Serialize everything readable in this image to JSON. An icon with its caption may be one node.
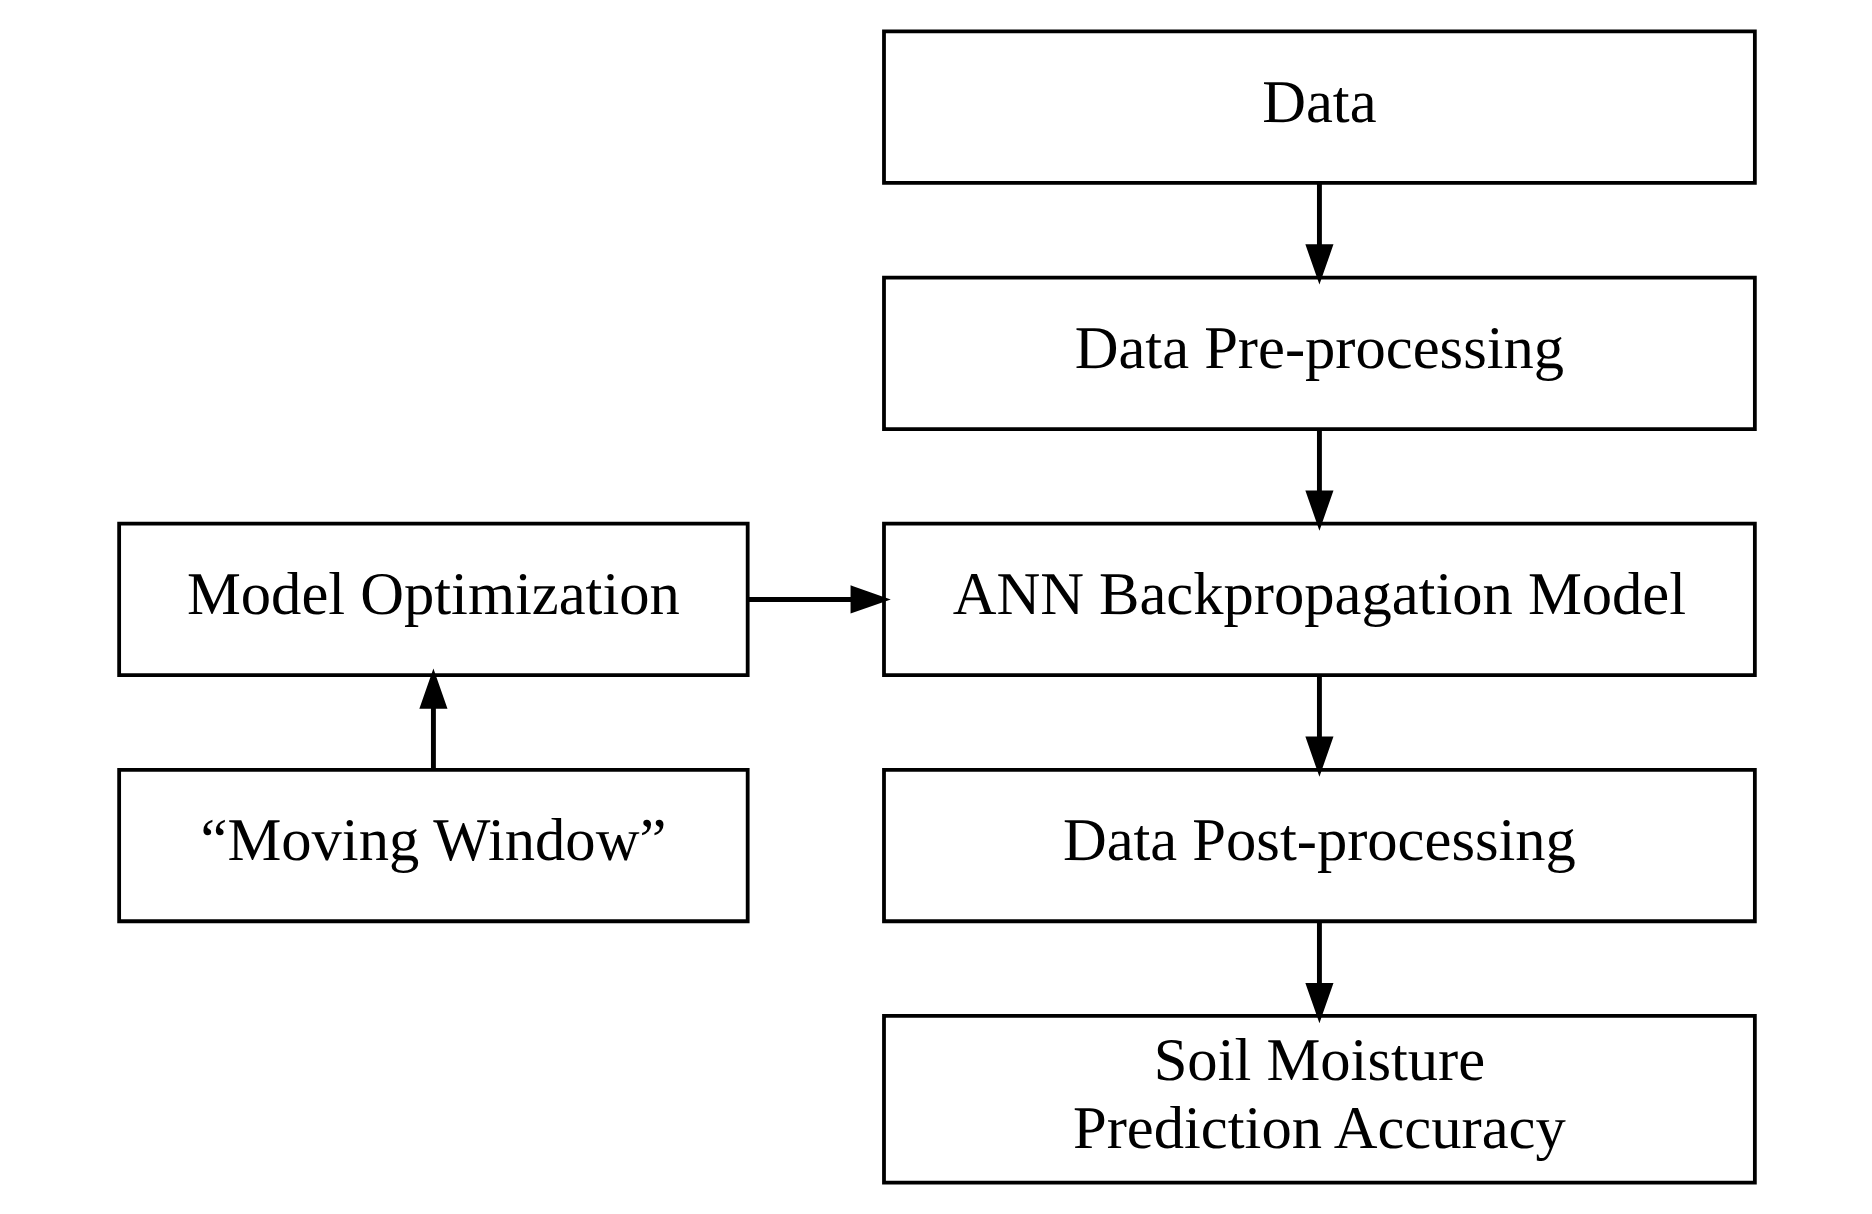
{
  "diagram": {
    "nodes": [
      {
        "text": [
          "Data"
        ]
      },
      {
        "text": [
          "Data Pre-processing"
        ]
      },
      {
        "text": [
          "ANN Backpropagation Model"
        ]
      },
      {
        "text": [
          "Model Optimization"
        ]
      },
      {
        "text": [
          "Data Post-processing"
        ]
      },
      {
        "text": [
          "“Moving Window”"
        ]
      },
      {
        "text": [
          "Soil Moisture Prediction Accuracy"
        ]
      }
    ],
    "edges": [
      {
        "from": 0,
        "to": 1,
        "arrow": "to"
      },
      {
        "from": 1,
        "to": 2,
        "arrow": "to"
      },
      {
        "from": 3,
        "to": 2,
        "arrow": "to"
      },
      {
        "from": 5,
        "to": 3,
        "arrow": "to"
      },
      {
        "from": 2,
        "to": 4,
        "arrow": "to"
      },
      {
        "from": 4,
        "to": 6,
        "arrow": "to"
      }
    ]
  }
}
